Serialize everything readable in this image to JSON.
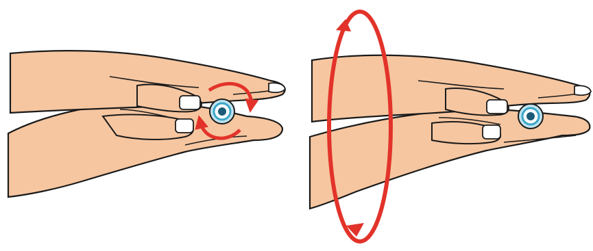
{
  "figure": {
    "panels": [
      {
        "id": "left",
        "motion": "roll-between-fingertips"
      },
      {
        "id": "right",
        "motion": "rotate-whole-hands"
      }
    ]
  },
  "colors": {
    "background": "#ffffff",
    "skin": "#f6c6a0",
    "skin_shadow": "#eba97f",
    "outline": "#1a1a1a",
    "nail": "#ffffff",
    "arrow": "#e2332a",
    "coin_outer": "#bfe3ef",
    "coin_ring": "#3aa6c8",
    "coin_center": "#1c5b78"
  },
  "icons": {
    "left_arrow": "circular-rotation-arrow-icon",
    "right_arrow": "large-vertical-rotation-arrow-icon",
    "object": "coin-icon"
  }
}
